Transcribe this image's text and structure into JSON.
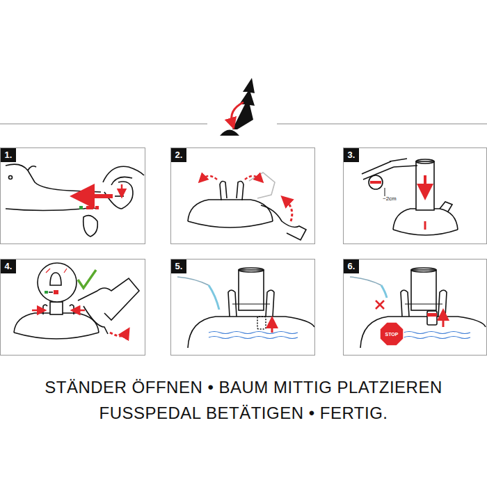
{
  "diagram": {
    "caption": "STÄNDER ÖFFNEN • BAUM MITTIG PLATZIEREN FUSSPEDAL BETÄTIGEN • FERTIG.",
    "nodes": [
      {
        "text": [
          "1."
        ]
      },
      {
        "text": [
          "2."
        ]
      },
      {
        "text": [
          "3."
        ]
      },
      {
        "text": [
          "4."
        ]
      },
      {
        "text": [
          "5."
        ]
      },
      {
        "text": [
          "6."
        ]
      }
    ],
    "labels": [
      "~2cm",
      "STOP"
    ]
  }
}
